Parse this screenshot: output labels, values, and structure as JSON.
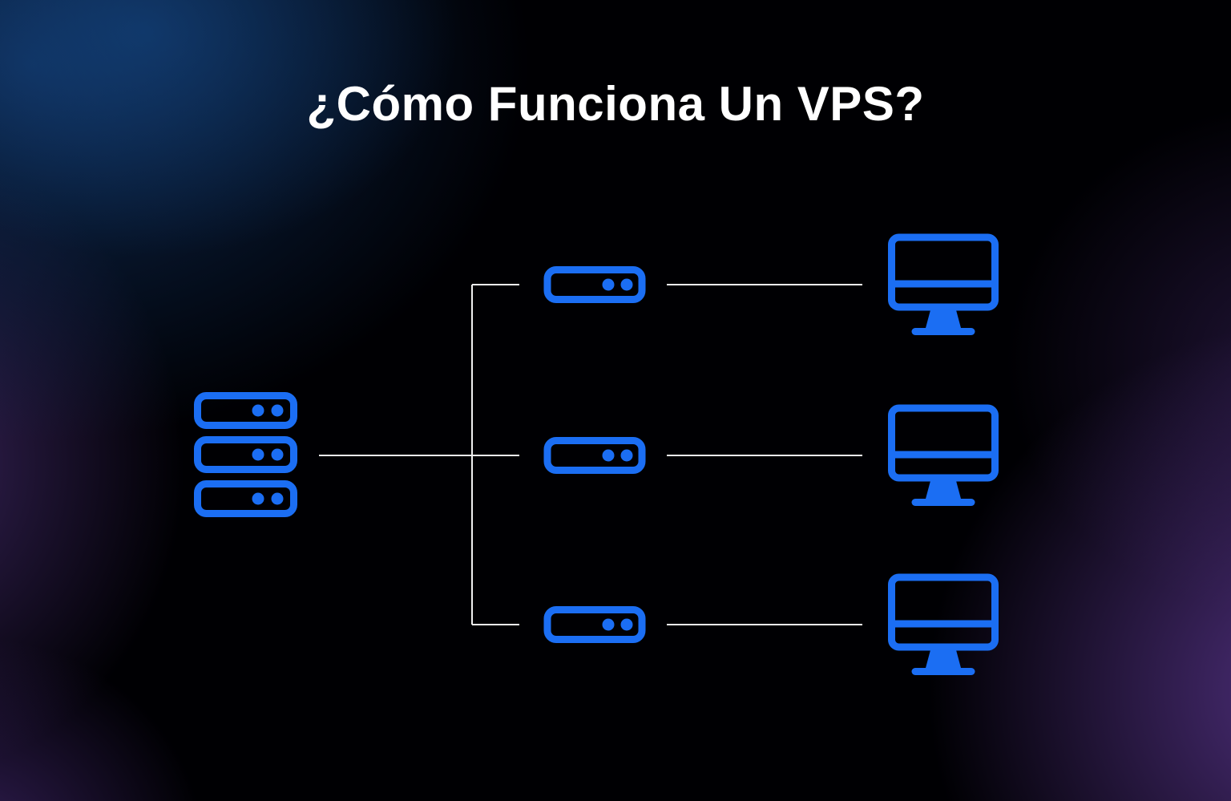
{
  "title": "¿Cómo Funciona Un VPS?",
  "colors": {
    "accent_blue": "#1b6ef3",
    "connector_line": "#f0f0f0",
    "title_text": "#ffffff",
    "background_base": "#000003"
  },
  "diagram": {
    "nodes": {
      "physical_server": {
        "icon": "server-stack-icon"
      },
      "vps_instances": [
        {
          "icon": "vps-server-icon"
        },
        {
          "icon": "vps-server-icon"
        },
        {
          "icon": "vps-server-icon"
        }
      ],
      "client_computers": [
        {
          "icon": "monitor-icon"
        },
        {
          "icon": "monitor-icon"
        },
        {
          "icon": "monitor-icon"
        }
      ]
    },
    "connections": [
      {
        "from": "physical_server",
        "to": "vps_instances.0"
      },
      {
        "from": "physical_server",
        "to": "vps_instances.1"
      },
      {
        "from": "physical_server",
        "to": "vps_instances.2"
      },
      {
        "from": "vps_instances.0",
        "to": "client_computers.0"
      },
      {
        "from": "vps_instances.1",
        "to": "client_computers.1"
      },
      {
        "from": "vps_instances.2",
        "to": "client_computers.2"
      }
    ]
  }
}
